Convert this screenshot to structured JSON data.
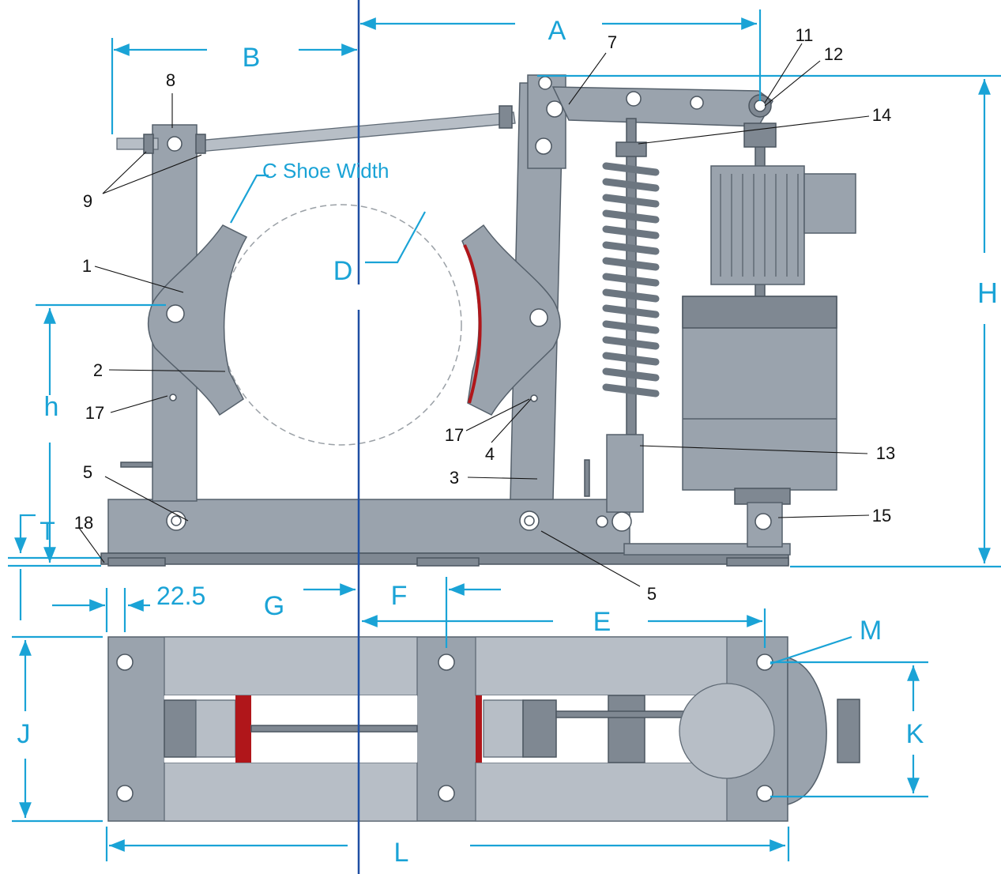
{
  "colors": {
    "dimension": "#1aa3d6",
    "frame_grey": "#9aa3ad",
    "lining_red": "#b0161a",
    "centerline": "#1f4fa3"
  },
  "dimensions": {
    "A": "A",
    "B": "B",
    "C": "C Shoe Width",
    "D": "D",
    "E": "E",
    "F": "F",
    "G": "G",
    "H": "H",
    "h": "h",
    "J": "J",
    "K": "K",
    "L": "L",
    "M": "M",
    "T": "T",
    "offset": "22.5"
  },
  "part_numbers": {
    "p1": "1",
    "p2": "2",
    "p3": "3",
    "p4": "4",
    "p5a": "5",
    "p5b": "5",
    "p7": "7",
    "p8": "8",
    "p9": "9",
    "p11": "11",
    "p12": "12",
    "p13": "13",
    "p14": "14",
    "p15": "15",
    "p17a": "17",
    "p17b": "17",
    "p18": "18"
  }
}
